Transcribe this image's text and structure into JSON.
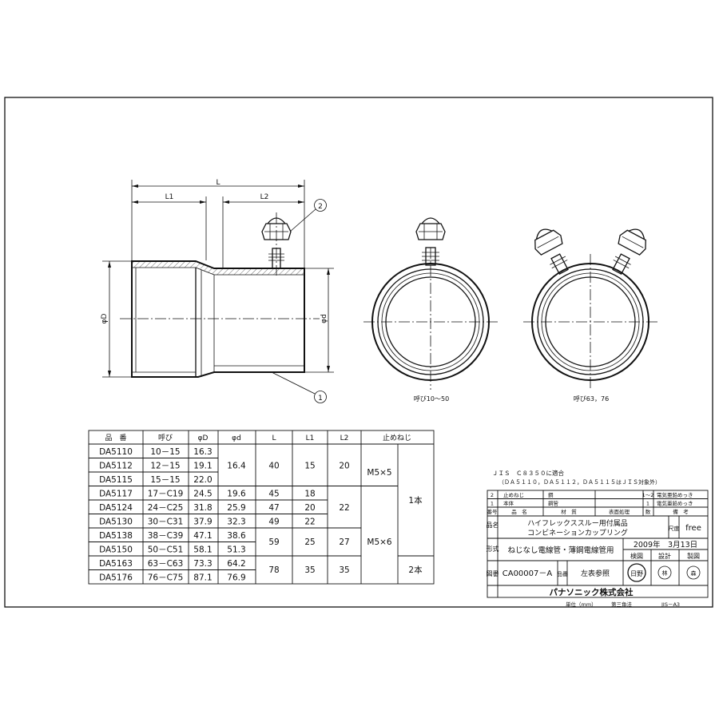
{
  "drawing": {
    "dimension_labels": {
      "L": "L",
      "L1": "L1",
      "L2": "L2",
      "phiD": "φD",
      "phid": "φd"
    },
    "part_balloons": [
      "1",
      "2"
    ],
    "view_captions": [
      "呼び10～50",
      "呼び63，76"
    ]
  },
  "spec_table": {
    "headers": [
      "品　番",
      "呼び",
      "φD",
      "φd",
      "L",
      "L1",
      "L2",
      "止めねじ"
    ],
    "rows": [
      [
        "DA5110",
        "10－15",
        "16.3"
      ],
      [
        "DA5112",
        "12－15",
        "19.1"
      ],
      [
        "DA5115",
        "15－15",
        "22.0"
      ],
      [
        "DA5117",
        "17－C19",
        "24.5",
        "19.6",
        "45",
        "18"
      ],
      [
        "DA5124",
        "24－C25",
        "31.8",
        "25.9",
        "47",
        "20"
      ],
      [
        "DA5130",
        "30－C31",
        "37.9",
        "32.3",
        "49",
        "22"
      ],
      [
        "DA5138",
        "38－C39",
        "47.1",
        "38.6"
      ],
      [
        "DA5150",
        "50－C51",
        "58.1",
        "51.3"
      ],
      [
        "DA5163",
        "63－C63",
        "73.3",
        "64.2"
      ],
      [
        "DA5176",
        "76－C75",
        "87.1",
        "76.9"
      ]
    ],
    "merged_cells": {
      "phid_1_3": "16.4",
      "L_1_3": "40",
      "L1_1_3": "15",
      "L2_1_3": "20",
      "screw_1_4": "M5×5",
      "L2_4_6": "22",
      "L_7_8": "59",
      "L1_7_8": "25",
      "L2_7_8": "27",
      "screw_5_10": "M5×6",
      "count_1_8": "1本",
      "L_9_10": "78",
      "L1_9_10": "35",
      "L2_9_10": "35",
      "count_9_10": "2本"
    }
  },
  "title_block": {
    "note_line1": "ＪＩＳ　Ｃ８３５０に適合",
    "note_line2": "（ＤＡ５１１０，ＤＡ５１１２，ＤＡ５１１５はＪＩＳ対象外）",
    "parts": [
      {
        "no": "2",
        "name": "止めねじ",
        "material": "鋼",
        "qty": "1～2",
        "remark": "電気亜鉛めっき"
      },
      {
        "no": "1",
        "name": "本体",
        "material": "鋼管",
        "qty": "1",
        "remark": "電気亜鉛めっき"
      }
    ],
    "parts_header": {
      "no": "番号",
      "name": "品　名",
      "material": "材　質",
      "qty": "数",
      "remark": "備　考",
      "extra": "表面処理"
    },
    "label_name": "品名",
    "product_name_1": "ハイフレックススルー用付属品",
    "product_name_2": "コンビネーションカップリング",
    "label_scale": "尺度",
    "scale": "free",
    "label_type": "形式",
    "type_desc": "ねじなし電線管・薄鋼電線管用",
    "date": "2009年　3月13日",
    "label_check": "検図",
    "label_design": "設計",
    "label_draw": "製図",
    "stamps": [
      "日野",
      "林",
      "森"
    ],
    "label_drawing_no": "図番",
    "drawing_no": "CA00007－A",
    "label_part_no": "品番",
    "part_no_ref": "左表参照",
    "company": "パナソニック株式会社",
    "footer": [
      "単位（mm）",
      "第三角法",
      "JIS－A3"
    ]
  }
}
